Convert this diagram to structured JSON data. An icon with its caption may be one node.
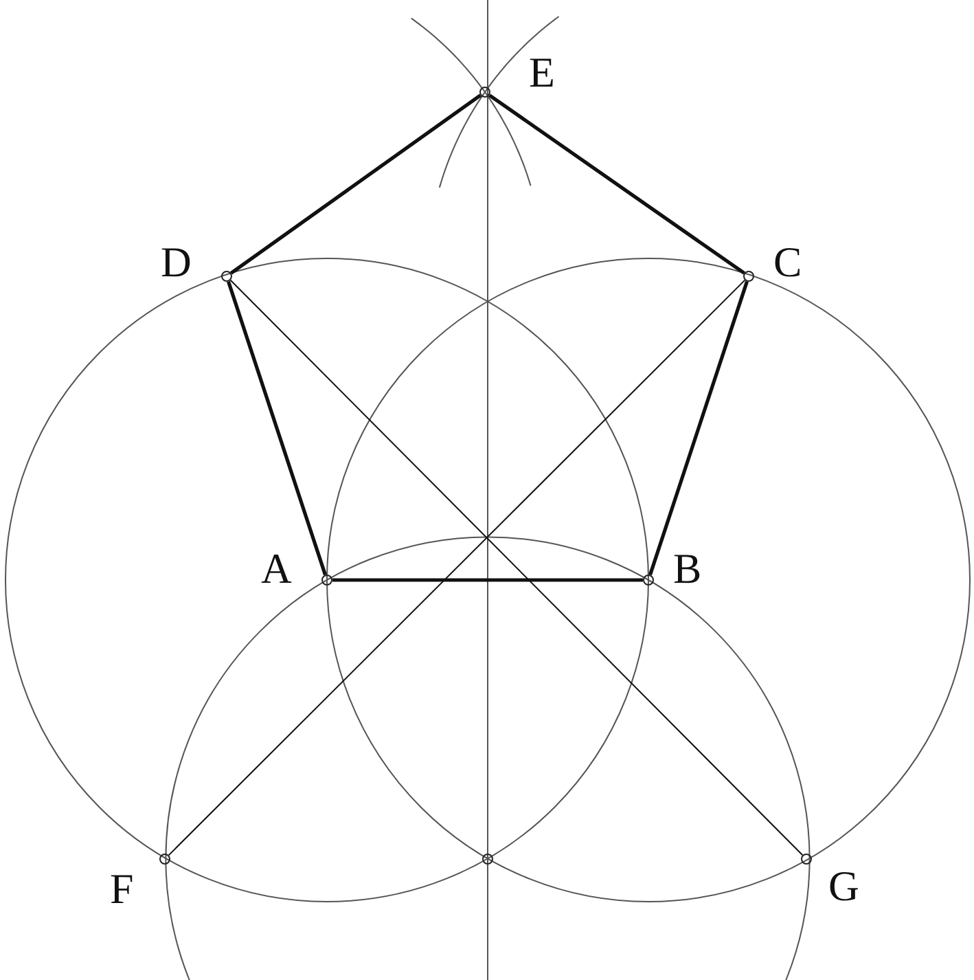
{
  "diagram": {
    "nodes": [
      {
        "text": [],
        "shape": "circle",
        "beside": [
          "E"
        ]
      },
      {
        "text": [],
        "shape": "circle",
        "beside": [
          "D"
        ]
      },
      {
        "text": [],
        "shape": "circle",
        "beside": [
          "C"
        ]
      },
      {
        "text": [],
        "shape": "circle",
        "beside": [
          "A"
        ]
      },
      {
        "text": [],
        "shape": "circle",
        "beside": [
          "B"
        ]
      },
      {
        "text": [],
        "shape": "circle",
        "beside": [
          "F"
        ]
      },
      {
        "text": [],
        "shape": "circle"
      },
      {
        "text": [],
        "shape": "circle",
        "beside": [
          "G"
        ]
      }
    ],
    "edges": [
      {
        "from": 3,
        "to": 4,
        "arrow": "none"
      },
      {
        "from": 4,
        "to": 2,
        "arrow": "none"
      },
      {
        "from": 2,
        "to": 0,
        "arrow": "none"
      },
      {
        "from": 0,
        "to": 1,
        "arrow": "none"
      },
      {
        "from": 1,
        "to": 3,
        "arrow": "none"
      },
      {
        "from": 1,
        "to": 7,
        "arrow": "none"
      },
      {
        "from": 2,
        "to": 5,
        "arrow": "none"
      }
    ]
  }
}
